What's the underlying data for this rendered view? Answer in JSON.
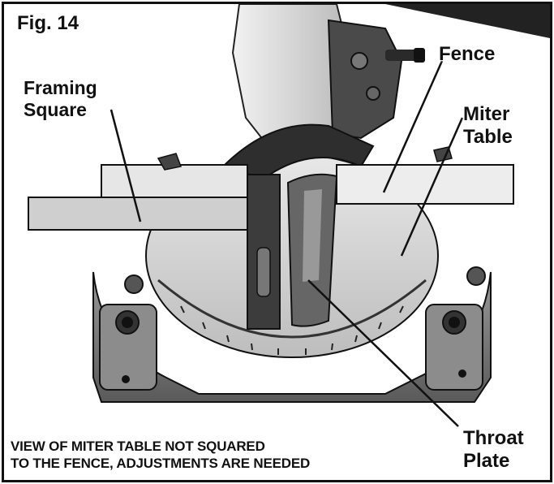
{
  "figure": {
    "label": "Fig. 14"
  },
  "callouts": {
    "framing_square": [
      "Framing",
      "Square"
    ],
    "fence": "Fence",
    "miter_table": [
      "Miter",
      "Table"
    ],
    "throat_plate": [
      "Throat",
      "Plate"
    ]
  },
  "caption": [
    "VIEW OF MITER TABLE NOT SQUARED",
    "TO THE FENCE, ADJUSTMENTS ARE NEEDED"
  ],
  "colors": {
    "ink": "#111111",
    "paper": "#ffffff",
    "metal_light": "#d8d8d8",
    "metal_dark": "#3a3a3a"
  }
}
